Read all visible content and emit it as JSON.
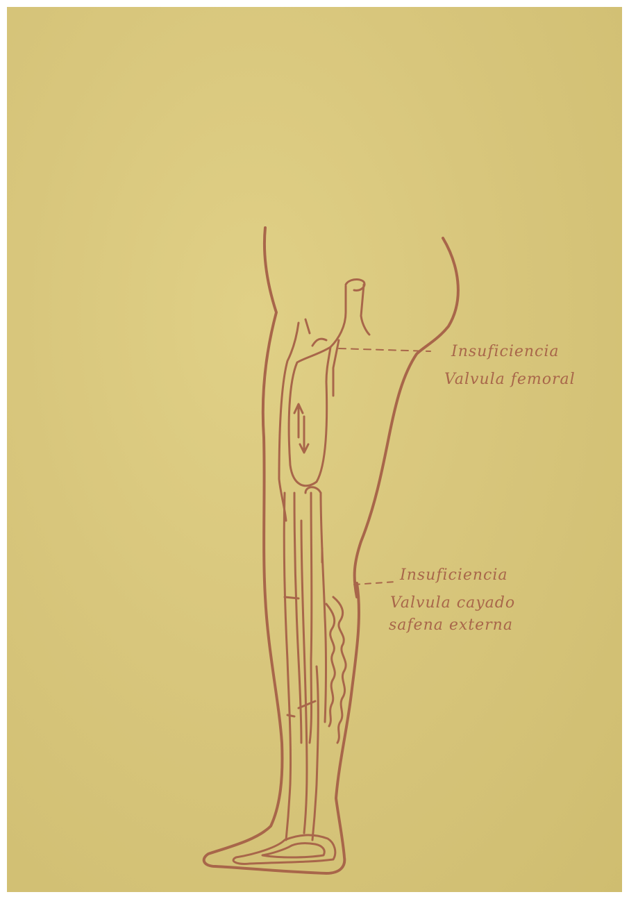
{
  "labels": {
    "femoral_line1": "Insuficiencia",
    "femoral_line2": "Valvula femoral",
    "saphenous_line1": "Insuficiencia",
    "saphenous_line2": "Valvula cayado",
    "saphenous_line3": "safena externa"
  },
  "colors": {
    "paper": "#d8c67c",
    "ink": "#a8664a"
  }
}
